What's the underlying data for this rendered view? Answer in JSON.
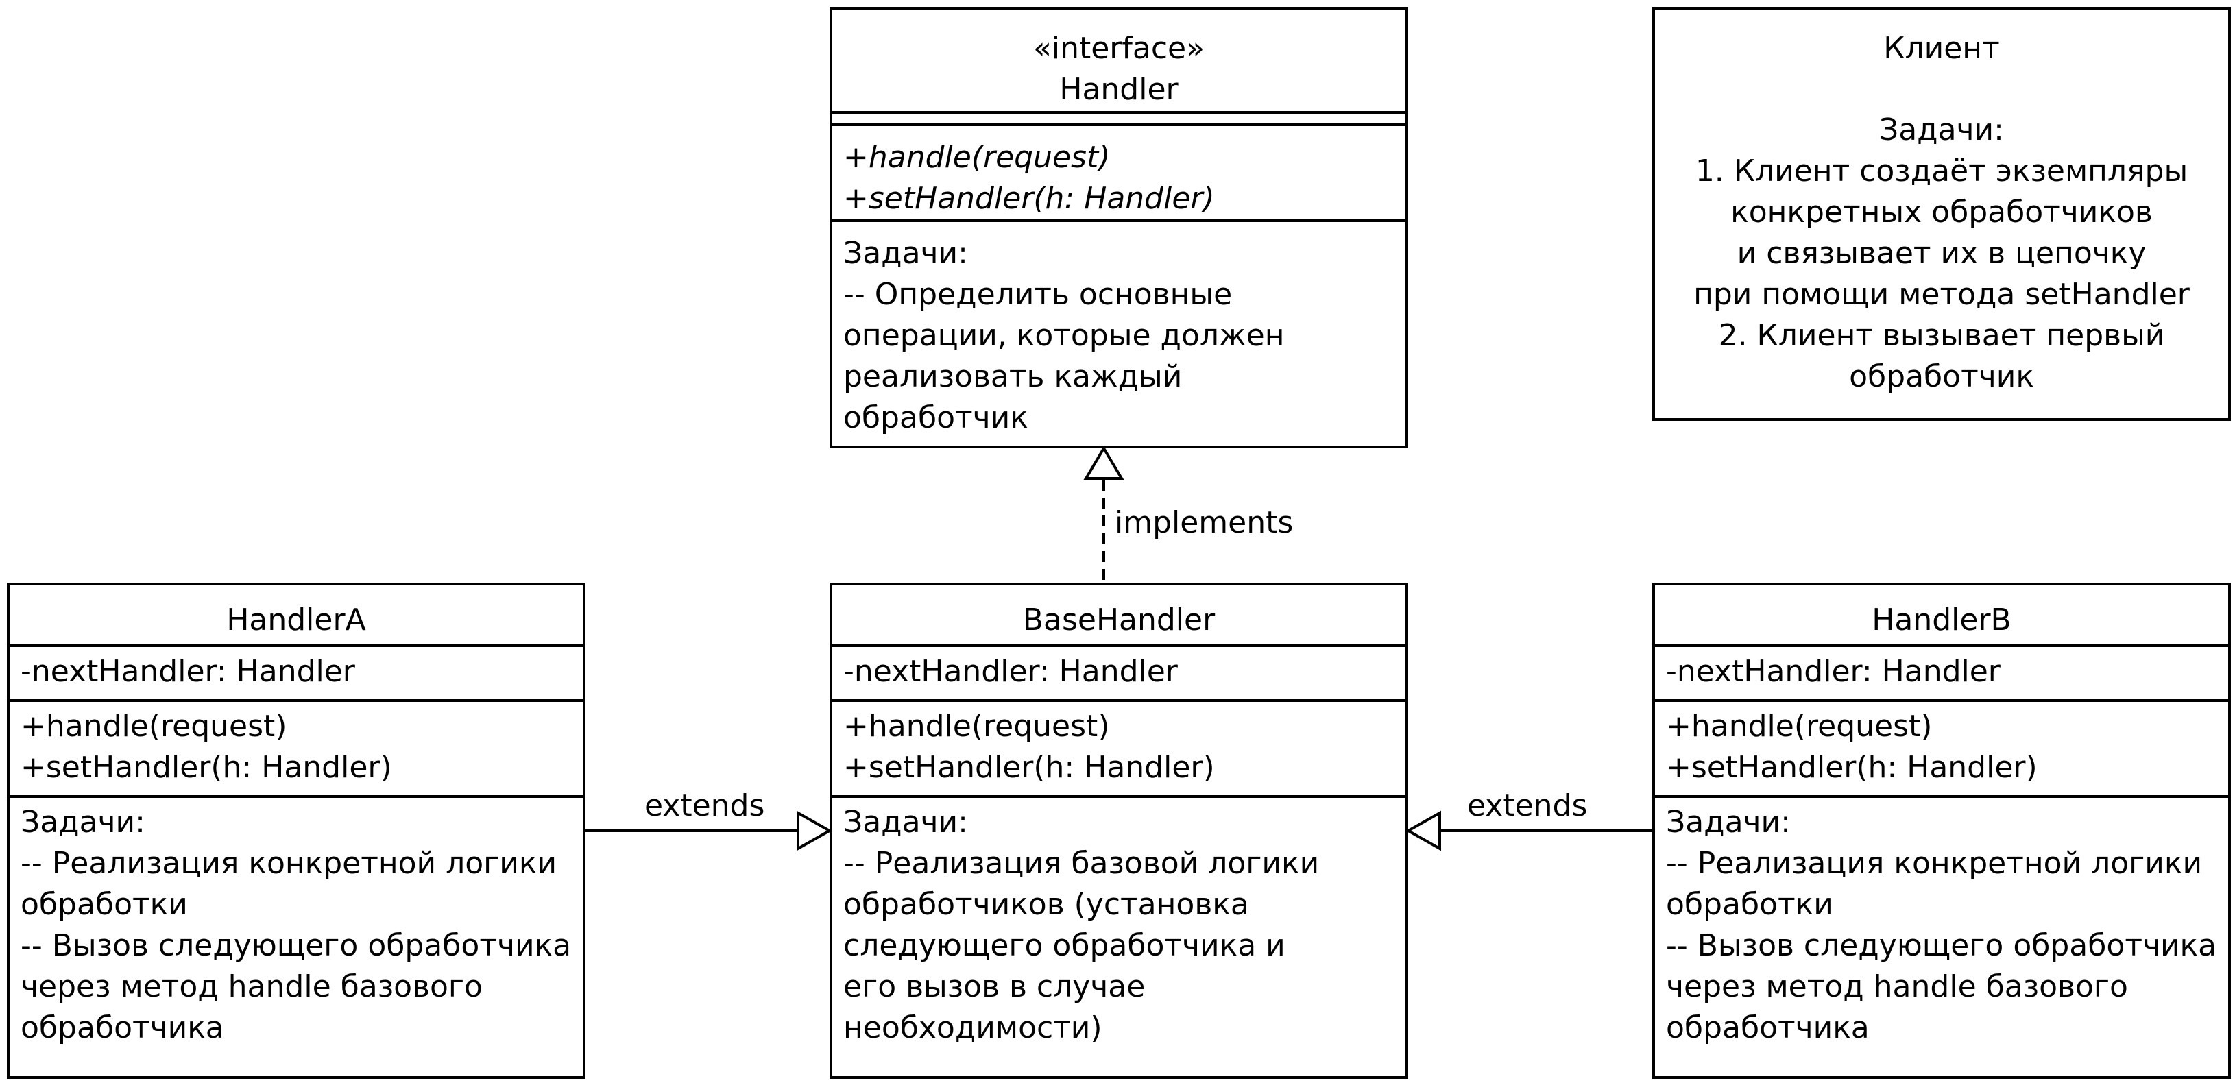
{
  "handler": {
    "stereotype": "«interface»",
    "name": "Handler",
    "methods": [
      "+handle(request)",
      "+setHandler(h: Handler)"
    ],
    "tasks": [
      "Задачи:",
      "-- Определить основные",
      "операции, которые должен",
      "реализовать каждый",
      "обработчик"
    ]
  },
  "client": {
    "name": "Клиент",
    "tasks": [
      "Задачи:",
      "1. Клиент создаёт экземпляры",
      "конкретных обработчиков",
      "и связывает их в цепочку",
      "при помощи метода setHandler",
      "2. Клиент вызывает первый",
      "обработчик"
    ]
  },
  "handler_a": {
    "name": "HandlerA",
    "field": "-nextHandler: Handler",
    "methods": [
      "+handle(request)",
      "+setHandler(h: Handler)"
    ],
    "tasks": [
      "Задачи:",
      "-- Реализация конкретной логики",
      "обработки",
      "-- Вызов следующего обработчика",
      "через метод handle базового",
      "обработчика"
    ]
  },
  "base_handler": {
    "name": "BaseHandler",
    "field": "-nextHandler: Handler",
    "methods": [
      "+handle(request)",
      "+setHandler(h: Handler)"
    ],
    "tasks": [
      "Задачи:",
      "-- Реализация базовой логики",
      "обработчиков (установка",
      "следующего обработчика и",
      "его вызов в случае",
      "необходимости)"
    ]
  },
  "handler_b": {
    "name": "HandlerB",
    "field": "-nextHandler: Handler",
    "methods": [
      "+handle(request)",
      "+setHandler(h: Handler)"
    ],
    "tasks": [
      "Задачи:",
      "-- Реализация конкретной логики",
      "обработки",
      "-- Вызов следующего обработчика",
      "через метод handle базового",
      "обработчика"
    ]
  },
  "relations": {
    "implements_label": "implements",
    "extends_left_label": "extends",
    "extends_right_label": "extends"
  }
}
